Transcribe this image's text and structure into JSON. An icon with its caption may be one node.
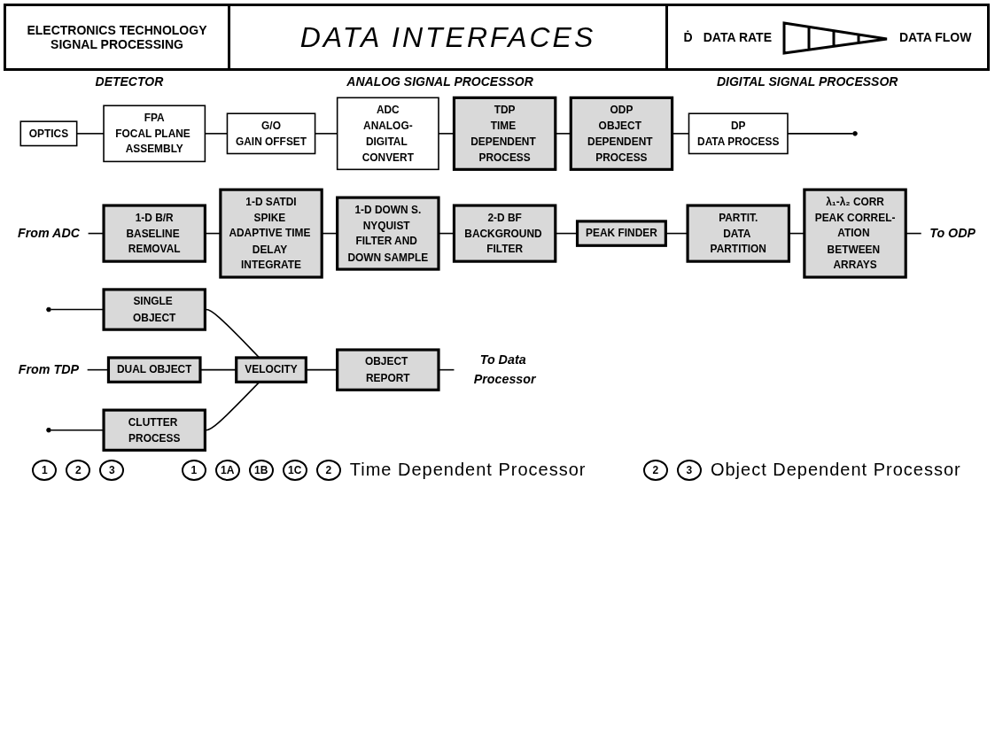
{
  "diagram": {
    "title": "DATA INTERFACES",
    "nodes": [
      {
        "text": [
          "OPTICS"
        ]
      },
      {
        "text": [
          "FPA",
          "FOCAL PLANE ASSEMBLY"
        ]
      },
      {
        "text": [
          "G/O",
          "GAIN OFFSET"
        ]
      },
      {
        "text": [
          "ADC",
          "ANALOG-DIGITAL CONVERT"
        ]
      },
      {
        "text": [
          "TDP",
          "TIME DEPENDENT PROCESS"
        ]
      },
      {
        "text": [
          "ODP",
          "OBJECT DEPENDENT PROCESS"
        ]
      },
      {
        "text": [
          "DP",
          "DATA PROCESS"
        ]
      },
      {
        "text": [],
        "shape": "circle"
      },
      {
        "text": [
          "From ADC"
        ]
      },
      {
        "text": [
          "1-D B/R",
          "BASELINE REMOVAL"
        ]
      },
      {
        "text": [
          "1-D SATDI",
          "SPIKE ADAPTIVE TIME DELAY INTEGRATE"
        ]
      },
      {
        "text": [
          "1-D DOWN S.",
          "NYQUIST FILTER AND DOWN SAMPLE"
        ]
      },
      {
        "text": [
          "2-D BF",
          "BACKGROUND FILTER"
        ]
      },
      {
        "text": [
          "PEAK FINDER"
        ]
      },
      {
        "text": [
          "PARTIT.",
          "DATA PARTITION"
        ]
      },
      {
        "text": [
          "λ₁-λ₂ CORR",
          "PEAK CORREL-ATION BETWEEN ARRAYS"
        ]
      },
      {
        "text": [
          "To ODP"
        ]
      },
      {
        "text": [
          "From TDP"
        ]
      },
      {
        "text": [
          "SINGLE OBJECT"
        ]
      },
      {
        "text": [
          "DUAL OBJECT"
        ]
      },
      {
        "text": [
          "CLUTTER PROCESS"
        ]
      },
      {
        "text": [
          "VELOCITY"
        ]
      },
      {
        "text": [
          "OBJECT REPORT"
        ]
      },
      {
        "text": [
          "To Data Processor"
        ]
      }
    ],
    "edges": [
      {
        "from": 0,
        "to": 1,
        "arrow": "none"
      },
      {
        "from": 1,
        "to": 2,
        "arrow": "none"
      },
      {
        "from": 2,
        "to": 3,
        "arrow": "none"
      },
      {
        "from": 3,
        "to": 4,
        "arrow": "none"
      },
      {
        "from": 4,
        "to": 5,
        "arrow": "none"
      },
      {
        "from": 5,
        "to": 6,
        "arrow": "none"
      },
      {
        "from": 6,
        "to": 7,
        "arrow": "none"
      },
      {
        "from": 8,
        "to": 9,
        "arrow": "none"
      },
      {
        "from": 9,
        "to": 10,
        "arrow": "none"
      },
      {
        "from": 10,
        "to": 11,
        "arrow": "none"
      },
      {
        "from": 11,
        "to": 12,
        "arrow": "none"
      },
      {
        "from": 12,
        "to": 13,
        "arrow": "none"
      },
      {
        "from": 13,
        "to": 14,
        "arrow": "none"
      },
      {
        "from": 14,
        "to": 15,
        "arrow": "none"
      },
      {
        "from": 15,
        "to": 16,
        "arrow": "none"
      },
      {
        "from": null,
        "to": 18,
        "arrow": "other"
      },
      {
        "from": 17,
        "to": 19,
        "arrow": "none"
      },
      {
        "from": null,
        "to": 20,
        "arrow": "other"
      },
      {
        "from": 18,
        "to": 21,
        "arrow": "none"
      },
      {
        "from": 19,
        "to": 21,
        "arrow": "none"
      },
      {
        "from": 20,
        "to": 21,
        "arrow": "none"
      },
      {
        "from": 21,
        "to": 22,
        "arrow": "none"
      },
      {
        "from": 22,
        "to": 23,
        "arrow": "none"
      }
    ],
    "labels": [
      "ELECTRONICS TECHNOLOGY SIGNAL PROCESSING",
      "Ḋ",
      "DATA RATE",
      "DATA FLOW",
      "DETECTOR",
      "ANALOG SIGNAL PROCESSOR",
      "DIGITAL SIGNAL PROCESSOR",
      "1",
      "2",
      "3",
      "1",
      "1A",
      "1B",
      "1C",
      "2",
      "Time Dependent Processor",
      "2",
      "3",
      "Object Dependent Processor"
    ]
  }
}
